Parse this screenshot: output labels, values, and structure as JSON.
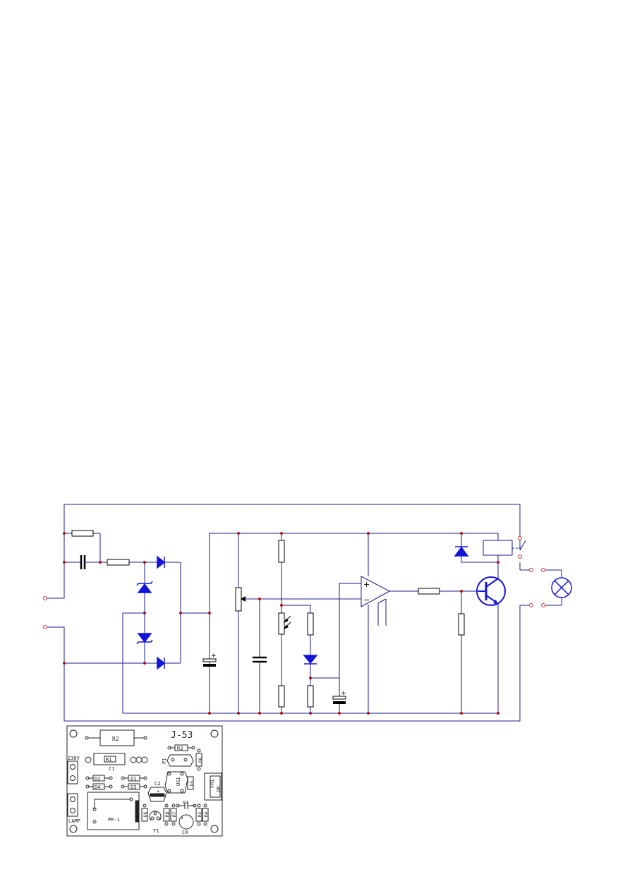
{
  "schematic": {
    "colors": {
      "wire": "#1c1c8c",
      "border": "#1c1c8c",
      "component": "#000000",
      "semiconductor": "#1414d8",
      "junction": "#aa1111",
      "terminal": "#cc3333"
    },
    "icons": [
      "capacitor-icon",
      "resistor-icon",
      "diode-icon",
      "zener-diode-icon",
      "electrolytic-capacitor-icon",
      "potentiometer-icon",
      "photoresistor-icon",
      "op-amp-icon",
      "npn-transistor-icon",
      "relay-coil-icon",
      "relay-switch-icon",
      "lamp-icon"
    ],
    "opamp_plus": "+",
    "opamp_minus": "−",
    "cap_plus": "+"
  },
  "pcb": {
    "title": "J-53",
    "labels": {
      "r2": "R2",
      "r3": "R3",
      "r1": "R1",
      "c1": "C1",
      "p1": "P1",
      "r6": "R6",
      "v230": "230V",
      "d2": "D2",
      "d1": "D1",
      "d4": "D4",
      "d3": "D3",
      "c2": "C2",
      "us1": "US1",
      "d5": "D5",
      "fr1": "FR1",
      "fr1b": "OB",
      "c3": "C3",
      "lamp": "LAMP",
      "pk1": "PK-1",
      "d6": "D6",
      "r8": "R8",
      "r7": "R7",
      "r5": "R5",
      "r4": "R4",
      "t1": "T1",
      "c4": "C4",
      "plus": "+"
    }
  }
}
